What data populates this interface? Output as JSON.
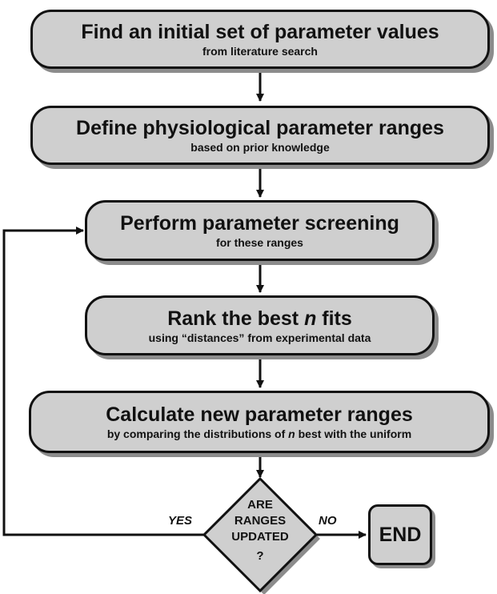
{
  "steps": [
    {
      "title": "Find an initial set of parameter values",
      "subtitle": "from literature search"
    },
    {
      "title": "Define physiological parameter ranges",
      "subtitle": "based on prior knowledge"
    },
    {
      "title": "Perform parameter screening",
      "subtitle": "for these ranges"
    },
    {
      "title_pre": "Rank the best ",
      "title_var": "n",
      "title_post": " fits",
      "subtitle": "using “distances” from experimental data"
    },
    {
      "title": "Calculate new parameter ranges",
      "sub_pre": "by comparing the distributions of ",
      "sub_var": "n",
      "sub_post": " best with the uniform"
    }
  ],
  "decision": {
    "line1": "ARE",
    "line2": "RANGES",
    "line3": "UPDATED",
    "line4": "?"
  },
  "yes_label": "YES",
  "no_label": "NO",
  "end_label": "END"
}
